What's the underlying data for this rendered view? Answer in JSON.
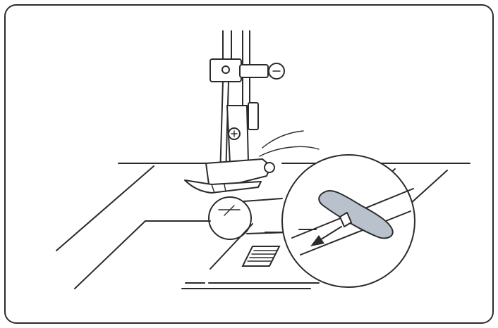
{
  "figure": {
    "frame": "rounded-frame",
    "subject": "presser-foot-and-needle",
    "callout": "magnified-lever-detail",
    "arrow_direction": "down-left",
    "colors": {
      "line": "#2b2b2b",
      "lever": "#b9c2cc",
      "background": "#ffffff"
    }
  }
}
